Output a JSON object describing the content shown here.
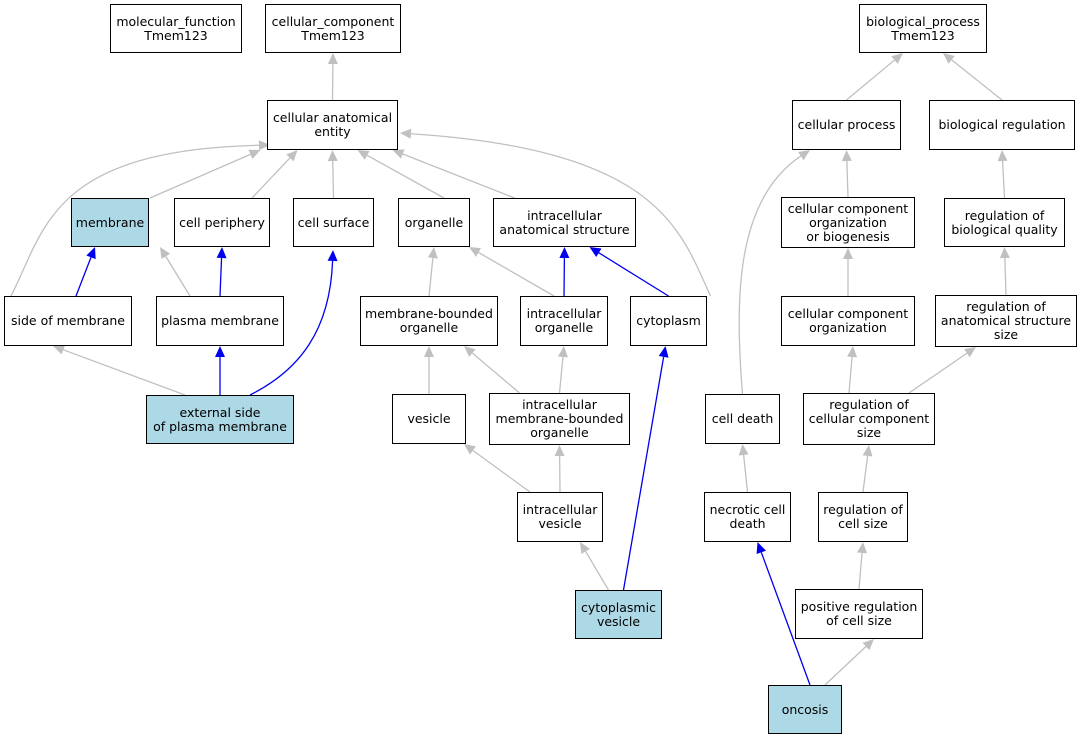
{
  "colors": {
    "highlight_fill": "#add8e6",
    "node_fill": "#ffffff",
    "node_border": "#000000",
    "edge_gray": "#c0c0c0",
    "edge_blue": "#0000ee"
  },
  "nodes": {
    "molecular_function": {
      "label": "molecular_function\nTmem123",
      "highlighted": false
    },
    "cellular_component": {
      "label": "cellular_component\nTmem123",
      "highlighted": false
    },
    "biological_process": {
      "label": "biological_process\nTmem123",
      "highlighted": false
    },
    "cellular_anatomical_entity": {
      "label": "cellular anatomical\nentity",
      "highlighted": false
    },
    "cellular_process": {
      "label": "cellular process",
      "highlighted": false
    },
    "biological_regulation": {
      "label": "biological regulation",
      "highlighted": false
    },
    "membrane": {
      "label": "membrane",
      "highlighted": true
    },
    "cell_periphery": {
      "label": "cell periphery",
      "highlighted": false
    },
    "cell_surface": {
      "label": "cell surface",
      "highlighted": false
    },
    "organelle": {
      "label": "organelle",
      "highlighted": false
    },
    "intracellular_anatomical_structure": {
      "label": "intracellular\nanatomical structure",
      "highlighted": false
    },
    "cc_organization_or_biogenesis": {
      "label": "cellular component\norganization\nor biogenesis",
      "highlighted": false
    },
    "regulation_of_biological_quality": {
      "label": "regulation of\nbiological quality",
      "highlighted": false
    },
    "side_of_membrane": {
      "label": "side of membrane",
      "highlighted": false
    },
    "plasma_membrane": {
      "label": "plasma membrane",
      "highlighted": false
    },
    "membrane_bounded_organelle": {
      "label": "membrane-bounded\norganelle",
      "highlighted": false
    },
    "intracellular_organelle": {
      "label": "intracellular\norganelle",
      "highlighted": false
    },
    "cytoplasm": {
      "label": "cytoplasm",
      "highlighted": false
    },
    "cc_organization": {
      "label": "cellular component\norganization",
      "highlighted": false
    },
    "regulation_of_anatomical_structure_size": {
      "label": "regulation of\nanatomical structure\nsize",
      "highlighted": false
    },
    "external_side_of_plasma_membrane": {
      "label": "external side\nof plasma membrane",
      "highlighted": true
    },
    "vesicle": {
      "label": "vesicle",
      "highlighted": false
    },
    "intracellular_membrane_bounded_organelle": {
      "label": "intracellular\nmembrane-bounded\norganelle",
      "highlighted": false
    },
    "cell_death": {
      "label": "cell death",
      "highlighted": false
    },
    "regulation_of_cc_size": {
      "label": "regulation of\ncellular component\nsize",
      "highlighted": false
    },
    "intracellular_vesicle": {
      "label": "intracellular\nvesicle",
      "highlighted": false
    },
    "necrotic_cell_death": {
      "label": "necrotic cell\ndeath",
      "highlighted": false
    },
    "regulation_of_cell_size": {
      "label": "regulation of\ncell size",
      "highlighted": false
    },
    "cytoplasmic_vesicle": {
      "label": "cytoplasmic\nvesicle",
      "highlighted": true
    },
    "positive_regulation_of_cell_size": {
      "label": "positive regulation\nof cell size",
      "highlighted": false
    },
    "oncosis": {
      "label": "oncosis",
      "highlighted": true
    }
  },
  "edges": [
    {
      "from": "cellular_anatomical_entity",
      "to": "cellular_component",
      "color": "gray"
    },
    {
      "from": "cellular_process",
      "to": "biological_process",
      "color": "gray"
    },
    {
      "from": "biological_regulation",
      "to": "biological_process",
      "color": "gray"
    },
    {
      "from": "membrane",
      "to": "cellular_anatomical_entity",
      "color": "gray"
    },
    {
      "from": "cell_periphery",
      "to": "cellular_anatomical_entity",
      "color": "gray"
    },
    {
      "from": "cell_surface",
      "to": "cellular_anatomical_entity",
      "color": "gray"
    },
    {
      "from": "organelle",
      "to": "cellular_anatomical_entity",
      "color": "gray"
    },
    {
      "from": "intracellular_anatomical_structure",
      "to": "cellular_anatomical_entity",
      "color": "gray"
    },
    {
      "from": "side_of_membrane",
      "to": "cellular_anatomical_entity",
      "color": "gray"
    },
    {
      "from": "cytoplasm",
      "to": "cellular_anatomical_entity",
      "color": "gray"
    },
    {
      "from": "cc_organization_or_biogenesis",
      "to": "cellular_process",
      "color": "gray"
    },
    {
      "from": "cell_death",
      "to": "cellular_process",
      "color": "gray"
    },
    {
      "from": "regulation_of_biological_quality",
      "to": "biological_regulation",
      "color": "gray"
    },
    {
      "from": "side_of_membrane",
      "to": "membrane",
      "color": "blue"
    },
    {
      "from": "plasma_membrane",
      "to": "membrane",
      "color": "gray"
    },
    {
      "from": "plasma_membrane",
      "to": "cell_periphery",
      "color": "blue"
    },
    {
      "from": "membrane_bounded_organelle",
      "to": "organelle",
      "color": "gray"
    },
    {
      "from": "intracellular_organelle",
      "to": "organelle",
      "color": "gray"
    },
    {
      "from": "intracellular_organelle",
      "to": "intracellular_anatomical_structure",
      "color": "blue"
    },
    {
      "from": "cytoplasm",
      "to": "intracellular_anatomical_structure",
      "color": "blue"
    },
    {
      "from": "cc_organization",
      "to": "cc_organization_or_biogenesis",
      "color": "gray"
    },
    {
      "from": "regulation_of_anatomical_structure_size",
      "to": "regulation_of_biological_quality",
      "color": "gray"
    },
    {
      "from": "external_side_of_plasma_membrane",
      "to": "side_of_membrane",
      "color": "gray"
    },
    {
      "from": "external_side_of_plasma_membrane",
      "to": "plasma_membrane",
      "color": "blue"
    },
    {
      "from": "external_side_of_plasma_membrane",
      "to": "cell_surface",
      "color": "blue"
    },
    {
      "from": "vesicle",
      "to": "membrane_bounded_organelle",
      "color": "gray"
    },
    {
      "from": "intracellular_membrane_bounded_organelle",
      "to": "membrane_bounded_organelle",
      "color": "gray"
    },
    {
      "from": "intracellular_membrane_bounded_organelle",
      "to": "intracellular_organelle",
      "color": "gray"
    },
    {
      "from": "regulation_of_cc_size",
      "to": "cc_organization",
      "color": "gray"
    },
    {
      "from": "regulation_of_cc_size",
      "to": "regulation_of_anatomical_structure_size",
      "color": "gray"
    },
    {
      "from": "intracellular_vesicle",
      "to": "vesicle",
      "color": "gray"
    },
    {
      "from": "intracellular_vesicle",
      "to": "intracellular_membrane_bounded_organelle",
      "color": "gray"
    },
    {
      "from": "necrotic_cell_death",
      "to": "cell_death",
      "color": "gray"
    },
    {
      "from": "regulation_of_cell_size",
      "to": "regulation_of_cc_size",
      "color": "gray"
    },
    {
      "from": "cytoplasmic_vesicle",
      "to": "intracellular_vesicle",
      "color": "gray"
    },
    {
      "from": "cytoplasmic_vesicle",
      "to": "cytoplasm",
      "color": "blue"
    },
    {
      "from": "positive_regulation_of_cell_size",
      "to": "regulation_of_cell_size",
      "color": "gray"
    },
    {
      "from": "oncosis",
      "to": "necrotic_cell_death",
      "color": "blue"
    },
    {
      "from": "oncosis",
      "to": "positive_regulation_of_cell_size",
      "color": "gray"
    }
  ]
}
